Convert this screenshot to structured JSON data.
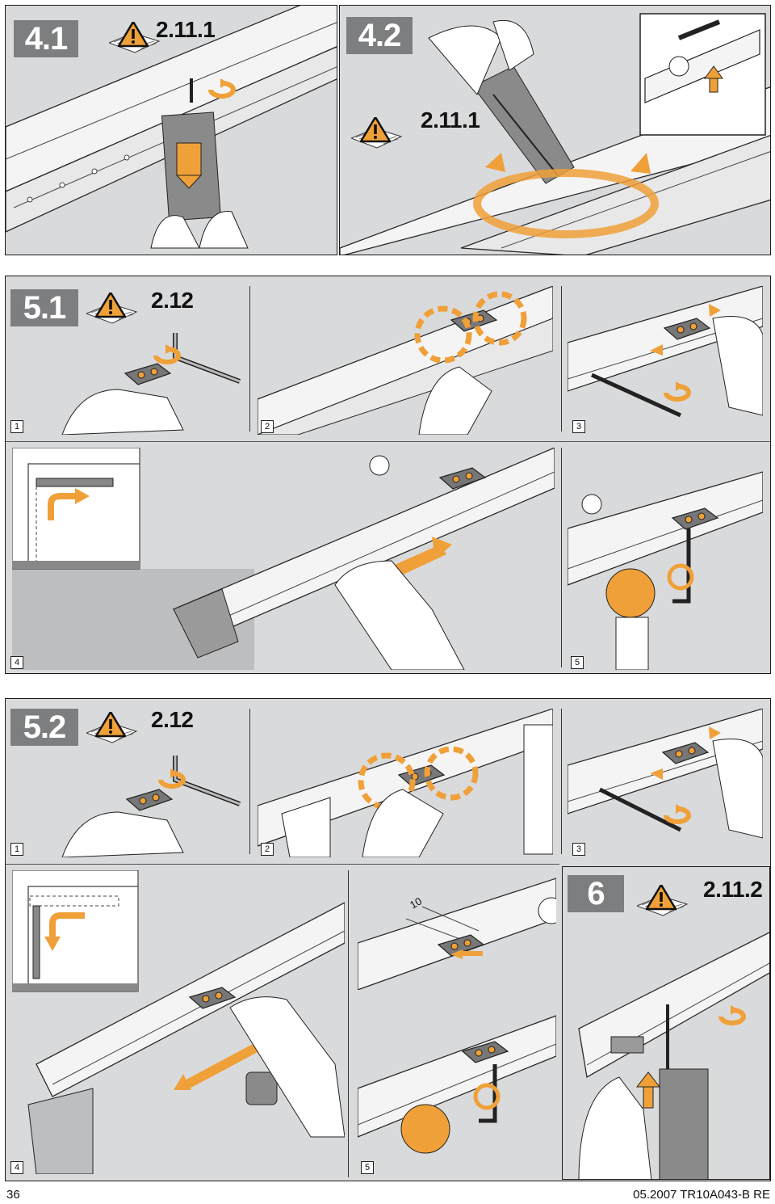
{
  "steps": {
    "s41": {
      "label": "4.1",
      "ref": "2.11.1"
    },
    "s42": {
      "label": "4.2",
      "ref": "2.11.1"
    },
    "s51": {
      "label": "5.1",
      "ref": "2.12",
      "subs": [
        "1",
        "2",
        "3",
        "4",
        "5"
      ]
    },
    "s52": {
      "label": "5.2",
      "ref": "2.12",
      "subs": [
        "1",
        "2",
        "3",
        "4",
        "5"
      ]
    },
    "s6": {
      "label": "6",
      "ref": "2.11.2"
    }
  },
  "sub_numbers": {
    "n1": "1",
    "n2": "2",
    "n3": "3",
    "n4": "4",
    "n5": "5"
  },
  "dimension_label": "10",
  "footer": {
    "page": "36",
    "doc": "05.2007  TR10A043-B  RE"
  },
  "colors": {
    "accent": "#f0a038",
    "panel_bg": "#d9dadb",
    "step_box": "#7d7e80",
    "line": "#1a1a1a"
  },
  "icons": [
    "warning-triangle-icon",
    "manual-book-icon",
    "rotate-arrow-icon",
    "direction-arrow-icon",
    "hand-icon",
    "hex-key-icon"
  ]
}
